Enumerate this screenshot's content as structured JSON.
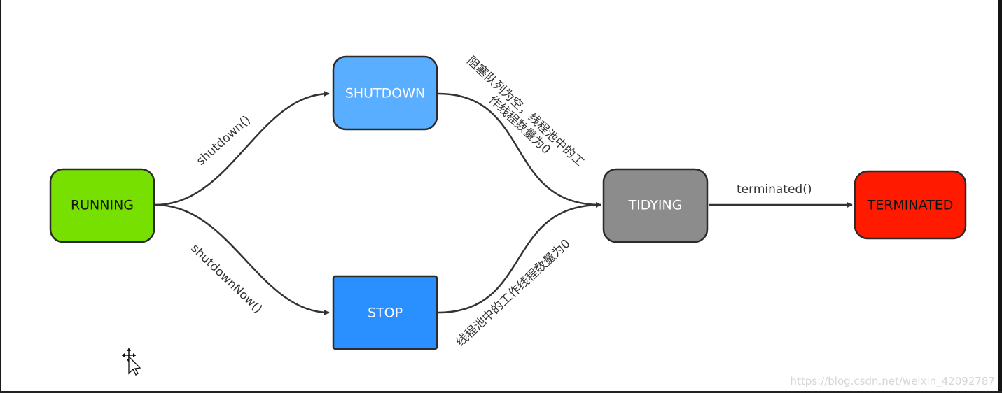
{
  "nodes": {
    "running": {
      "label": "RUNNING",
      "fill": "#77e000",
      "text_color": "#111111"
    },
    "shutdown": {
      "label": "SHUTDOWN",
      "fill": "#5aaeff",
      "text_color": "#ffffff"
    },
    "stop": {
      "label": "STOP",
      "fill": "#2a8fff",
      "text_color": "#ffffff"
    },
    "tidying": {
      "label": "TIDYING",
      "fill": "#8c8c8c",
      "text_color": "#ffffff"
    },
    "terminated": {
      "label": "TERMINATED",
      "fill": "#ff1a00",
      "text_color": "#111111"
    }
  },
  "edges": {
    "running_to_shutdown": {
      "label": "shutdown()"
    },
    "running_to_stop": {
      "label": "shutdownNow()"
    },
    "shutdown_to_tidying": {
      "label_line1": "阻塞队列为空，线程池中的工",
      "label_line2": "作线程数量为0"
    },
    "stop_to_tidying": {
      "label": "线程池中的工作线程数量为0"
    },
    "tidying_to_terminated": {
      "label": "terminated()"
    }
  },
  "watermark": "https://blog.csdn.net/weixin_42092787",
  "cursor": {
    "icon": "move-cursor-icon"
  }
}
